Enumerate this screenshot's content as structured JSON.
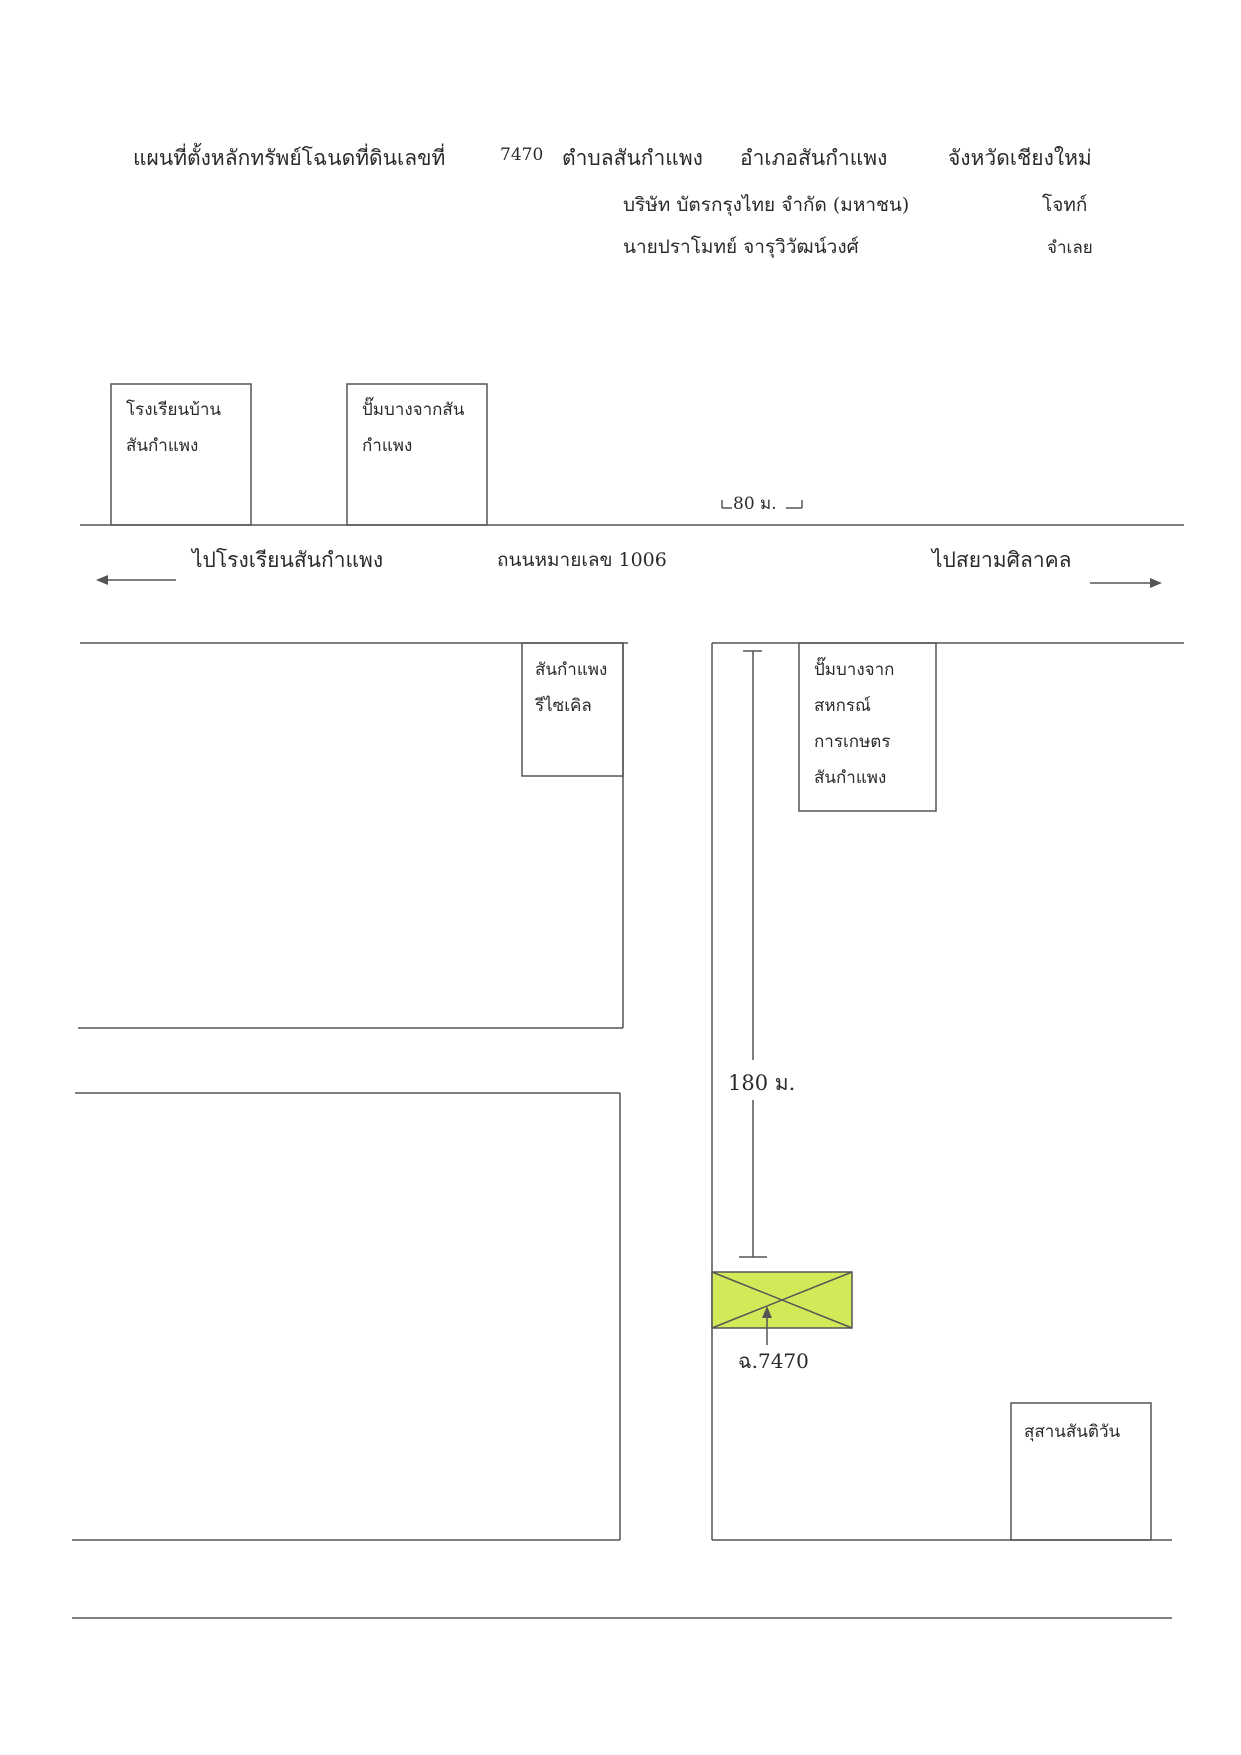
{
  "header": {
    "title": "แผนที่ตั้งหลักทรัพย์โฉนดที่ดินเลขที่",
    "deed_number": "7470",
    "subdistrict": "ตำบลสันกำแพง",
    "district": "อำเภอสันกำแพง",
    "province": "จังหวัดเชียงใหม่",
    "plaintiff_name": "บริษัท บัตรกรุงไทย จำกัด (มหาชน)",
    "plaintiff_role": "โจทก์",
    "defendant_name": "นายปราโมทย์ จารุวิวัฒน์วงศ์",
    "defendant_role": "จำเลย"
  },
  "landmarks": {
    "school_line1": "โรงเรียนบ้าน",
    "school_line2": "สันกำแพง",
    "gas1_line1": "ปั๊มบางจากสัน",
    "gas1_line2": "กำแพง",
    "recycle_line1": "สันกำแพง",
    "recycle_line2": "รีไซเคิล",
    "gas2_line1": "ปั๊มบางจาก",
    "gas2_line2": "สหกรณ์",
    "gas2_line3": "การเกษตร",
    "gas2_line4": "สันกำแพง",
    "cemetery": "สุสานสันติวัน"
  },
  "road": {
    "to_left": "ไปโรงเรียนสันกำแพง",
    "name": "ถนนหมายเลข 1006",
    "to_right": "ไปสยามศิลาคล"
  },
  "distances": {
    "horizontal": "80 ม.",
    "vertical": "180 ม."
  },
  "property": {
    "label": "ฉ.7470",
    "highlight_color": "#c8e63c"
  },
  "colors": {
    "line": "#555555",
    "text": "#2a2a2a"
  }
}
